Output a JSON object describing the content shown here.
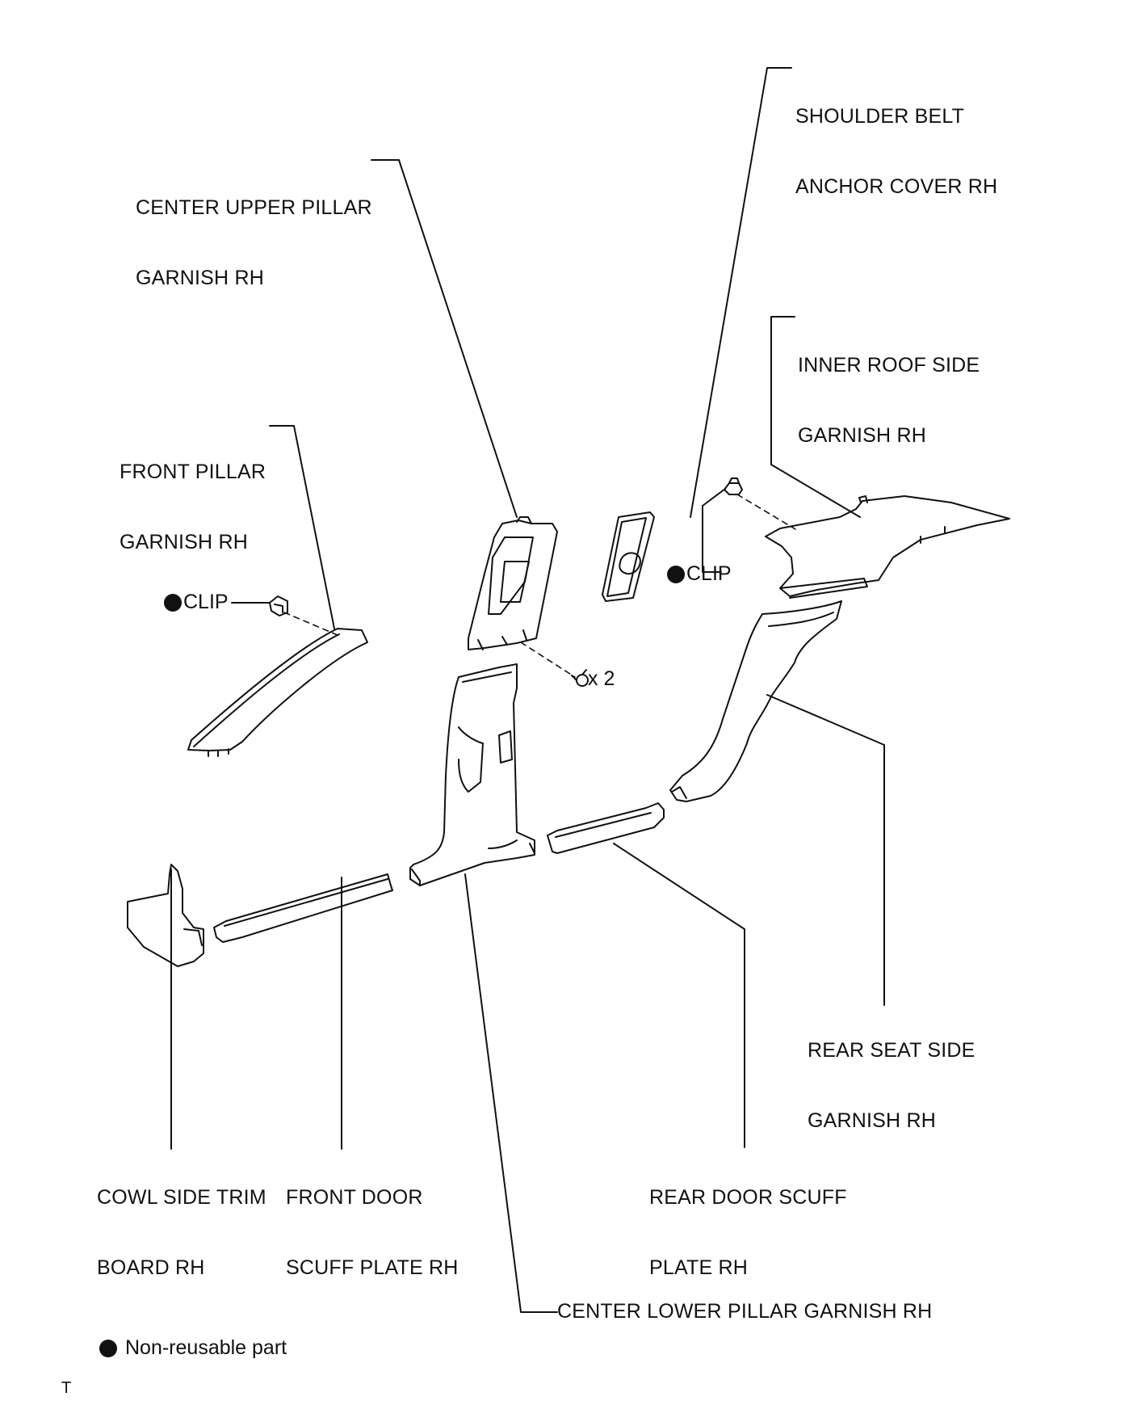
{
  "labels": {
    "shoulder_belt_1": "SHOULDER BELT",
    "shoulder_belt_2": "ANCHOR COVER RH",
    "center_upper_1": "CENTER UPPER PILLAR",
    "center_upper_2": "GARNISH RH",
    "inner_roof_1": "INNER ROOF SIDE",
    "inner_roof_2": "GARNISH RH",
    "front_pillar_1": "FRONT PILLAR",
    "front_pillar_2": "GARNISH RH",
    "clip_left": "CLIP",
    "clip_right": "CLIP",
    "screw_qty": "x 2",
    "rear_seat_1": "REAR SEAT SIDE",
    "rear_seat_2": "GARNISH RH",
    "cowl_1": "COWL SIDE TRIM",
    "cowl_2": "BOARD RH",
    "front_scuff_1": "FRONT DOOR",
    "front_scuff_2": "SCUFF PLATE RH",
    "rear_scuff_1": "REAR DOOR SCUFF",
    "rear_scuff_2": "PLATE RH",
    "center_lower": "CENTER LOWER PILLAR GARNISH RH",
    "legend": "Non-reusable part",
    "corner_mark": "T"
  }
}
